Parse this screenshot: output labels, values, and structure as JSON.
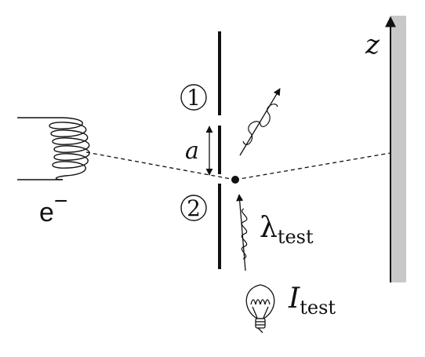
{
  "labels": {
    "z_axis": "z",
    "slit_1": "1",
    "slit_2": "2",
    "separation": "a",
    "electron_main": "e",
    "electron_sup": "−",
    "lambda_main": "λ",
    "lambda_sub": "test",
    "intensity_main": "I",
    "intensity_sub": "test"
  },
  "colors": {
    "ink": "#111111",
    "screen_fill": "#c8c8c8"
  },
  "icons": {
    "source": "coil-filament-icon",
    "lamp": "light-bulb-icon"
  }
}
